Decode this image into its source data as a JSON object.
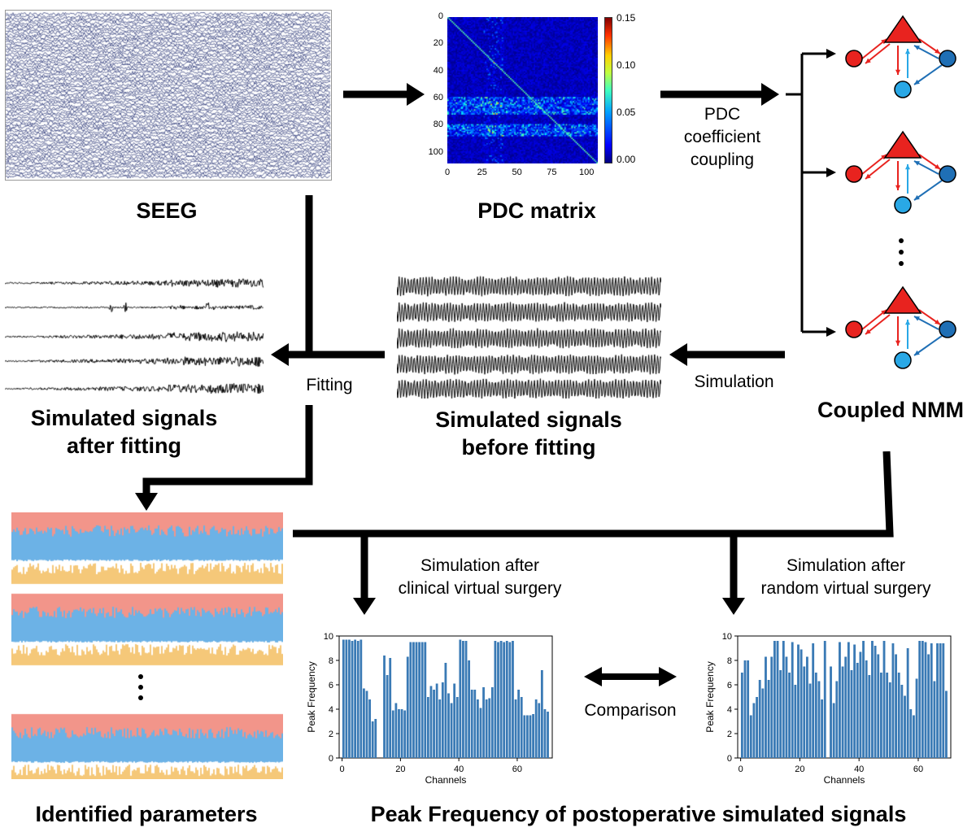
{
  "titles": {
    "seeg": "SEEG",
    "pdc_matrix": "PDC matrix",
    "coupled_nmm": "Coupled NMM",
    "sim_after_line1": "Simulated signals",
    "sim_after_line2": "after fitting",
    "sim_before_line1": "Simulated signals",
    "sim_before_line2": "before fitting",
    "identified_parameters": "Identified parameters",
    "peak_frequency": "Peak Frequency of postoperative simulated signals"
  },
  "arrow_labels": {
    "pdc_line1": "PDC",
    "pdc_line2": "coefficient",
    "pdc_line3": "coupling",
    "simulation": "Simulation",
    "fitting": "Fitting",
    "clinical_line1": "Simulation after",
    "clinical_line2": "clinical virtual surgery",
    "random_line1": "Simulation after",
    "random_line2": "random virtual surgery",
    "comparison": "Comparison"
  },
  "pdc_axes": {
    "y_ticks": [
      "0",
      "20",
      "40",
      "60",
      "80",
      "100"
    ],
    "x_ticks": [
      "0",
      "25",
      "50",
      "75",
      "100"
    ],
    "colorbar_ticks": [
      "0.15",
      "0.10",
      "0.05",
      "0.00"
    ]
  },
  "colors": {
    "red": "#e8231f",
    "light_blue": "#29a8e6",
    "dark_blue": "#1f6fb5",
    "bar_blue": "#3a7ab5",
    "param_red": "#f2958a",
    "param_blue": "#6cb2e6",
    "param_orange": "#f5c879"
  },
  "chart_data": [
    {
      "type": "bar",
      "xlabel": "Channels",
      "ylabel": "Peak Frequency",
      "ylim": [
        0,
        10
      ],
      "y_ticks": [
        "0",
        "2",
        "4",
        "6",
        "8",
        "10"
      ],
      "x_ticks": [
        "0",
        "20",
        "40",
        "60"
      ],
      "values": [
        9.7,
        9.7,
        9.7,
        9.6,
        9.7,
        9.6,
        9.7,
        5.7,
        5.5,
        4.8,
        3.0,
        3.2,
        0,
        0,
        8.4,
        6.8,
        8.2,
        3.9,
        4.5,
        4.0,
        4.0,
        3.9,
        8.3,
        9.5,
        9.5,
        9.5,
        9.5,
        9.5,
        9.5,
        5.0,
        5.9,
        5.6,
        6.1,
        4.8,
        6.2,
        7.8,
        5.3,
        4.5,
        6.1,
        5.0,
        9.7,
        9.6,
        9.6,
        8.0,
        5.6,
        5.6,
        4.8,
        4.1,
        5.8,
        4.8,
        4.9,
        5.8,
        9.6,
        9.5,
        9.6,
        9.5,
        9.6,
        9.5,
        9.6,
        4.8,
        5.6,
        5.0,
        3.5,
        3.5,
        3.5,
        3.6,
        4.8,
        4.5,
        7.2,
        4.0,
        3.8
      ]
    },
    {
      "type": "bar",
      "xlabel": "Channels",
      "ylabel": "Peak Frequency",
      "ylim": [
        0,
        10
      ],
      "y_ticks": [
        "0",
        "2",
        "4",
        "6",
        "8",
        "10"
      ],
      "x_ticks": [
        "0",
        "20",
        "40",
        "60"
      ],
      "values": [
        7.0,
        8.0,
        8.0,
        3.5,
        4.5,
        5.0,
        6.4,
        5.7,
        8.3,
        6.4,
        8.3,
        9.6,
        9.6,
        7.2,
        9.6,
        8.3,
        7.0,
        9.5,
        6.0,
        9.3,
        8.9,
        7.5,
        8.3,
        6.1,
        9.4,
        7.0,
        6.3,
        4.8,
        9.6,
        0,
        7.5,
        4.5,
        6.3,
        9.5,
        7.5,
        8.3,
        9.5,
        7.2,
        9.3,
        7.8,
        8.7,
        9.6,
        8.0,
        6.8,
        9.6,
        9.2,
        8.5,
        7.0,
        9.6,
        7.0,
        6.2,
        9.4,
        8.5,
        7.0,
        6.0,
        5.1,
        9.0,
        4.0,
        3.5,
        6.5,
        9.6,
        9.6,
        9.5,
        8.5,
        9.4,
        6.3,
        9.4,
        9.4,
        9.4,
        5.5
      ]
    }
  ]
}
